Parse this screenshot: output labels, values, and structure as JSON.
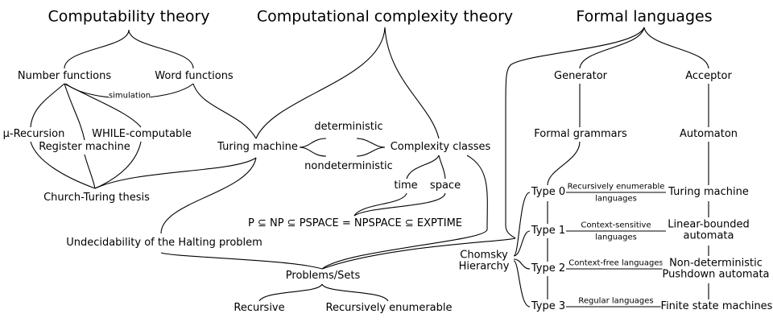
{
  "headings": {
    "computability": "Computability theory",
    "complexity": "Computational complexity theory",
    "formal": "Formal languages"
  },
  "computability": {
    "number_functions": "Number functions",
    "word_functions": "Word functions",
    "simulation": "simulation",
    "mu_recursion": "μ-Recursion",
    "while_computable": "WHILE-computable",
    "register_machine": "Register machine",
    "church_turing": "Church-Turing thesis"
  },
  "complexity": {
    "turing_machine": "Turing machine",
    "deterministic": "deterministic",
    "nondeterministic": "nondeterministic",
    "complexity_classes": "Complexity classes",
    "time": "time",
    "space": "space",
    "hierarchy": "P ⊆ NP ⊆ PSPACE = NPSPACE ⊆ EXPTIME",
    "halting": "Undecidability of the Halting problem",
    "problems_sets": "Problems/Sets",
    "recursive": "Recursive",
    "recursively_enumerable": "Recursively enumerable"
  },
  "formal": {
    "generator": "Generator",
    "acceptor": "Acceptor",
    "formal_grammars": "Formal grammars",
    "automaton": "Automaton",
    "chomsky_line1": "Chomsky",
    "chomsky_line2": "Hierarchy",
    "types": [
      {
        "type": "Type 0",
        "language_line1": "Recursively enumerable",
        "language_line2": "languages",
        "machine_line1": "Turing machine",
        "machine_line2": ""
      },
      {
        "type": "Type 1",
        "language_line1": "Context-sensitive",
        "language_line2": "languages",
        "machine_line1": "Linear-bounded",
        "machine_line2": "automata"
      },
      {
        "type": "Type 2",
        "language_line1": "Context-free languages",
        "language_line2": "",
        "machine_line1": "Non-deterministic",
        "machine_line2": "Pushdown automata"
      },
      {
        "type": "Type 3",
        "language_line1": "Regular languages",
        "language_line2": "",
        "machine_line1": "Finite state machines",
        "machine_line2": ""
      }
    ]
  }
}
